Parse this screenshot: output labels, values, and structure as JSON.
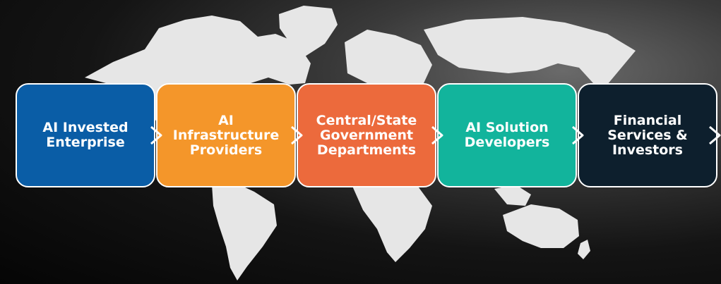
{
  "flow": {
    "steps": [
      {
        "label": "AI Invested\nEnterprise",
        "color": "#0a5da6"
      },
      {
        "label": "AI\nInfrastructure\nProviders",
        "color": "#f4962a"
      },
      {
        "label": "Central/State\nGovernment\nDepartments",
        "color": "#ec6a3c"
      },
      {
        "label": "AI Solution\nDevelopers",
        "color": "#12b49c"
      },
      {
        "label": "Financial\nServices &\nInvestors",
        "color": "#0d1f2d"
      }
    ]
  },
  "colors": {
    "map": "#e6e6e6",
    "border": "#ffffff",
    "chevron": "#ffffff"
  }
}
